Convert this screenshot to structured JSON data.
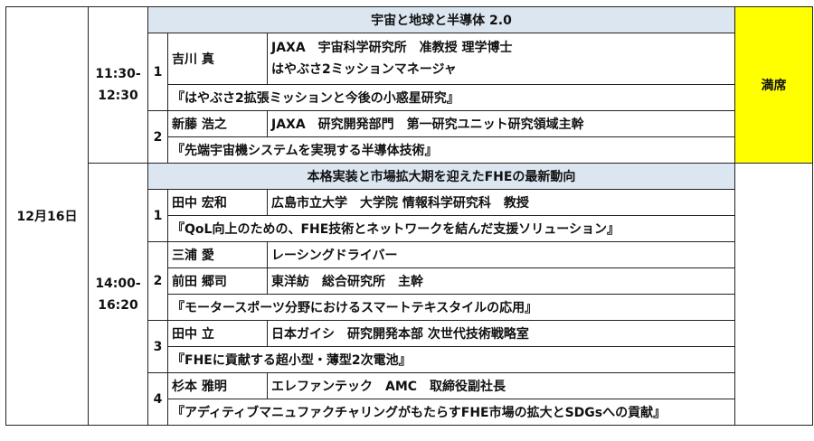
{
  "date": "12月16日",
  "sessions": [
    {
      "title": "宇宙と地球と半導体 2.0",
      "time_start": "11:30-",
      "time_end": "12:30",
      "status": "満席",
      "talks": [
        {
          "num": "1",
          "speakers": [
            {
              "name": "吉川 真",
              "affiliation": [
                "JAXA　宇宙科学研究所　准教授 理学博士",
                "はやぶさ2ミッションマネージャ"
              ]
            }
          ],
          "title": "『はやぶさ2拡張ミッションと今後の小惑星研究』"
        },
        {
          "num": "2",
          "speakers": [
            {
              "name": "新藤 浩之",
              "affiliation": [
                "JAXA　研究開発部門　第一研究ユニット研究領域主幹"
              ]
            }
          ],
          "title": "『先端宇宙機システムを実現する半導体技術』"
        }
      ]
    },
    {
      "title": "本格実装と市場拡大期を迎えたFHEの最新動向",
      "time_start": "14:00-",
      "time_end": "16:20",
      "talks": [
        {
          "num": "1",
          "speakers": [
            {
              "name": "田中 宏和",
              "affiliation": [
                "広島市立大学　大学院 情報科学研究科　教授"
              ]
            }
          ],
          "title": "『QoL向上のための、FHE技術とネットワークを結んだ支援ソリューション』"
        },
        {
          "num": "2",
          "speakers": [
            {
              "name": "三浦 愛",
              "affiliation": [
                "レーシングドライバー"
              ]
            },
            {
              "name": "前田 郷司",
              "affiliation": [
                "東洋紡　総合研究所　主幹"
              ]
            }
          ],
          "title": "『モータースポーツ分野におけるスマートテキスタイルの応用』"
        },
        {
          "num": "3",
          "speakers": [
            {
              "name": "田中 立",
              "affiliation": [
                "日本ガイシ　研究開発本部 次世代技術戦略室"
              ]
            }
          ],
          "title": "『FHEに貢献する超小型・薄型2次電池』"
        },
        {
          "num": "4",
          "speakers": [
            {
              "name": "杉本 雅明",
              "affiliation": [
                "エレファンテック　AMC　取締役副社長"
              ]
            }
          ],
          "title": "『アディティブマニュファクチャリングがもたらすFHE市場の拡大とSDGsへの貢献』"
        }
      ]
    }
  ]
}
